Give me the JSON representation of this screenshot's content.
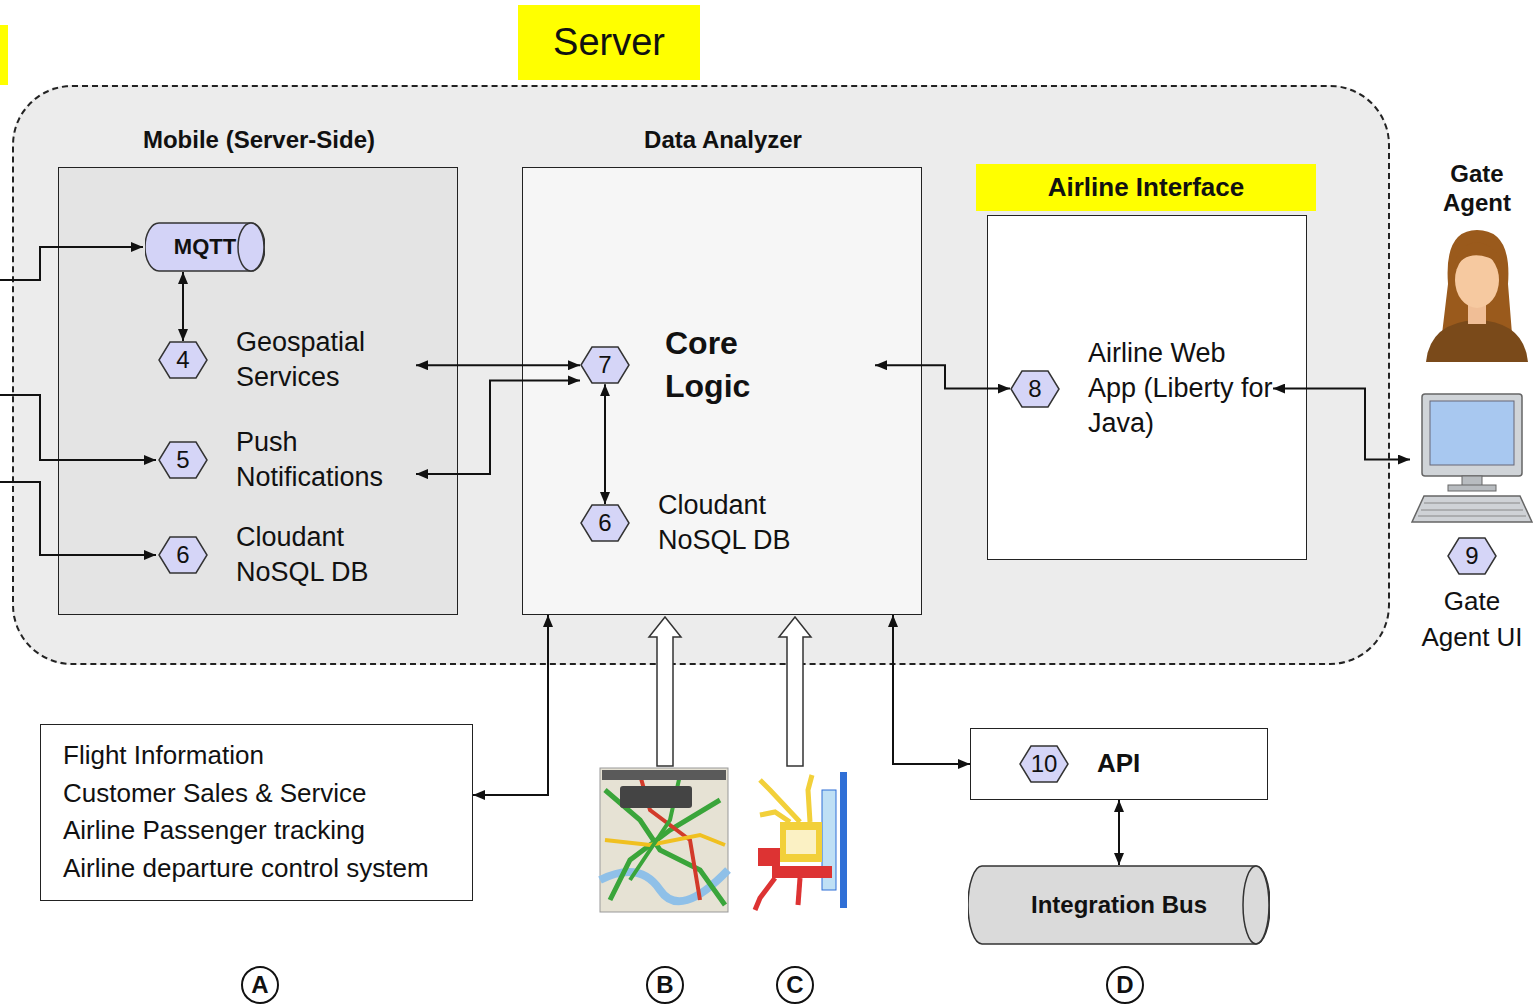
{
  "diagram": {
    "nodes": [
      {
        "text": [
          "Server"
        ]
      },
      {
        "text": [
          "Mobile (Server-Side)"
        ],
        "in": 0
      },
      {
        "text": [
          "MQTT"
        ],
        "in": 1
      },
      {
        "text": [
          "4",
          "Geospatial Services"
        ],
        "in": 1
      },
      {
        "text": [
          "5",
          "Push Notifications"
        ],
        "in": 1
      },
      {
        "text": [
          "6",
          "Cloudant NoSQL DB"
        ],
        "in": 1
      },
      {
        "text": [
          "Data Analyzer"
        ],
        "in": 0
      },
      {
        "text": [
          "7",
          "Core Logic"
        ],
        "in": 6
      },
      {
        "text": [
          "6",
          "Cloudant NoSQL DB"
        ],
        "in": 6
      },
      {
        "text": [
          "Airline Interface"
        ],
        "in": 0
      },
      {
        "text": [
          "8",
          "Airline Web App (Liberty for Java)"
        ],
        "in": 9
      },
      {
        "text": [
          "Gate Agent"
        ]
      },
      {
        "text": [
          "9",
          "Gate Agent UI"
        ]
      },
      {
        "text": [
          "Flight Information",
          "Customer Sales & Service",
          "Airline Passenger tracking",
          "Airline departure control system"
        ]
      },
      {
        "text": [
          "A"
        ]
      },
      {
        "text": [
          "B"
        ]
      },
      {
        "text": [
          "C"
        ]
      },
      {
        "text": [
          "10",
          "API"
        ]
      },
      {
        "text": [
          "Integration Bus"
        ]
      },
      {
        "text": [
          "D"
        ]
      }
    ],
    "edges": [
      {
        "from": 2,
        "to": 3,
        "arrow": "both"
      },
      {
        "from": 3,
        "to": 7,
        "arrow": "both"
      },
      {
        "from": 7,
        "to": 4,
        "arrow": "both"
      },
      {
        "from": 7,
        "to": 8,
        "arrow": "both"
      },
      {
        "from": 7,
        "to": 10,
        "arrow": "both"
      },
      {
        "from": 10,
        "to": 12,
        "arrow": "both"
      },
      {
        "from": 13,
        "to": 6,
        "arrow": "both"
      },
      {
        "from": 17,
        "to": 6,
        "arrow": "both"
      },
      {
        "from": 17,
        "to": 18,
        "arrow": "both"
      }
    ]
  }
}
